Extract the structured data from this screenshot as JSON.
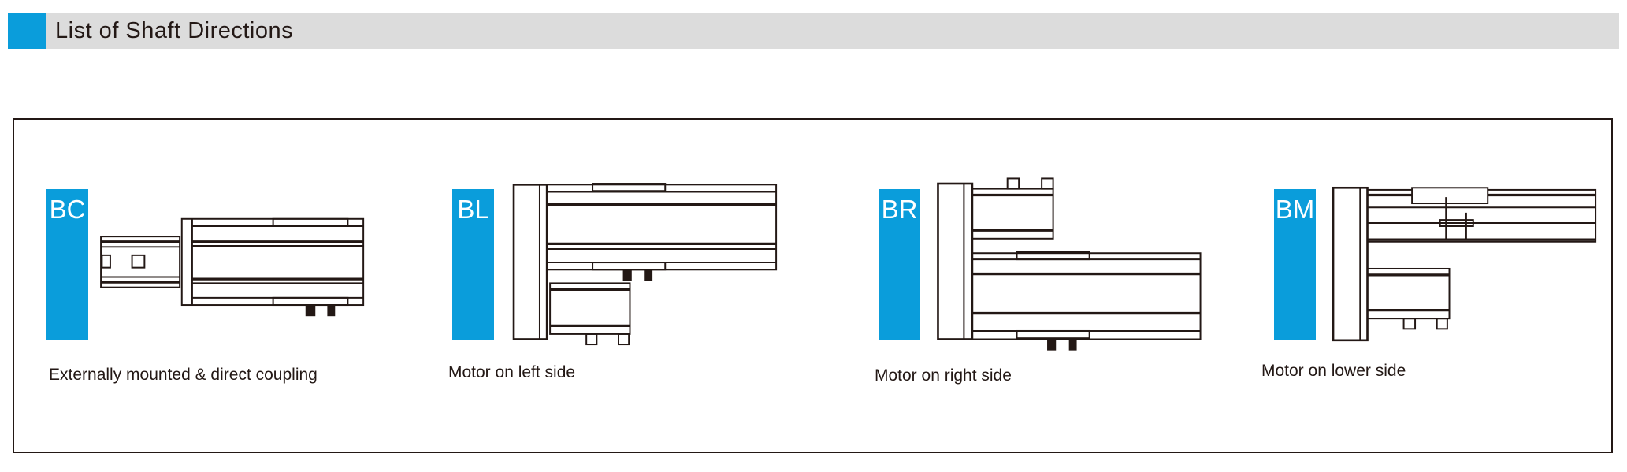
{
  "header": {
    "title": "List of Shaft Directions",
    "accent_color": "#0a9ddb"
  },
  "options": [
    {
      "code": "BC",
      "caption": "Externally mounted & direct coupling"
    },
    {
      "code": "BL",
      "caption": "Motor on left side"
    },
    {
      "code": "BR",
      "caption": "Motor on right side"
    },
    {
      "code": "BM",
      "caption": "Motor on lower side"
    }
  ]
}
